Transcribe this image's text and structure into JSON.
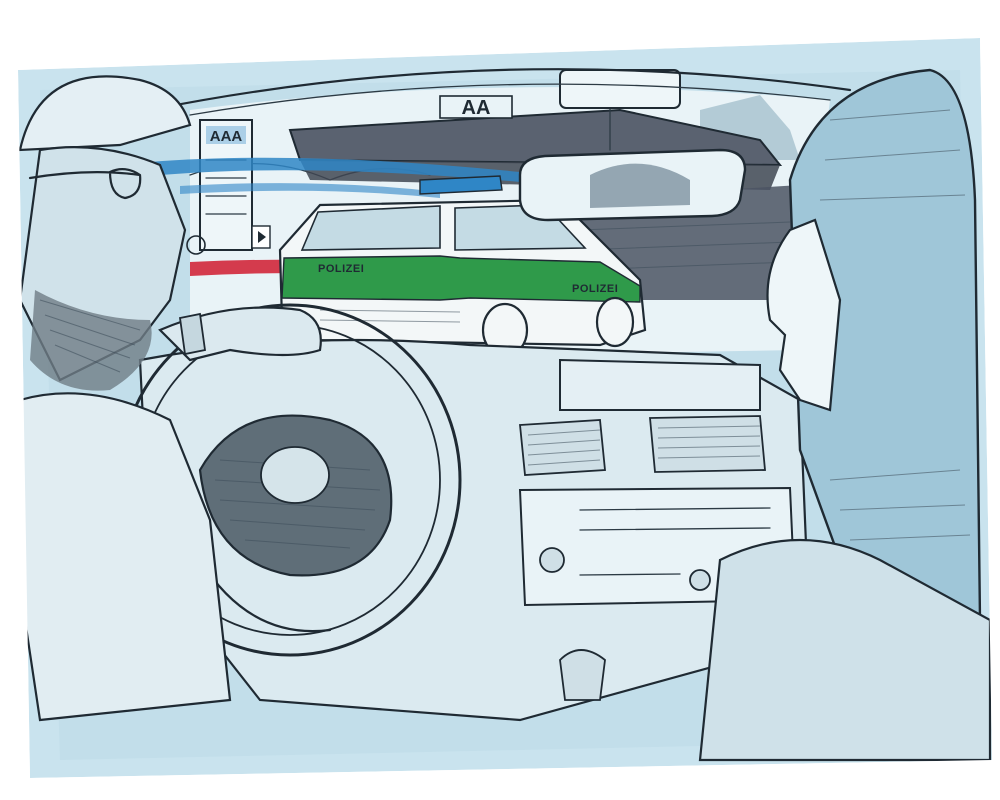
{
  "scene": {
    "gas_station_sign_left": "AAA",
    "gas_station_roof_sign": "AA",
    "police_car_label_rear": "POLIZEI",
    "police_car_label_side": "POLIZEI"
  },
  "colors": {
    "wash_blue": "#c9e3ee",
    "wash_blue_deep": "#9fc6d8",
    "ink": "#1f2a33",
    "police_green": "#2f9a4a",
    "police_red": "#d2273a",
    "highlight_blue": "#2f86c6",
    "canopy_gray": "#5a6270",
    "paper": "#ffffff"
  }
}
